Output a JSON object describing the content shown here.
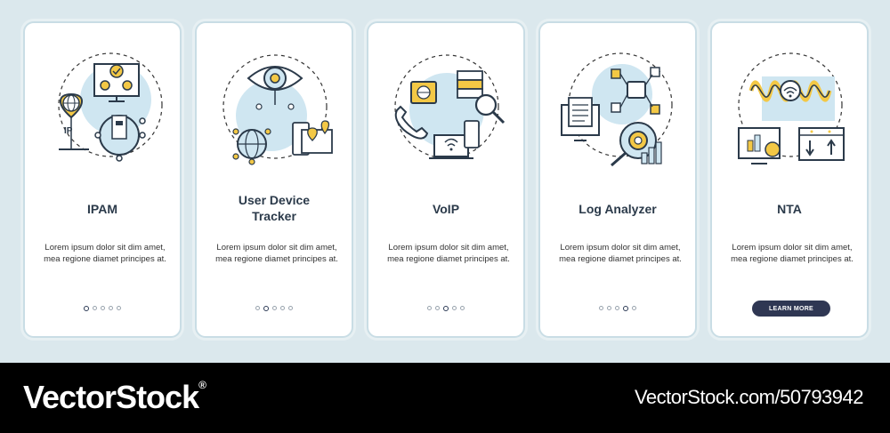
{
  "cards": [
    {
      "title": "IPAM",
      "desc": "Lorem ipsum dolor sit dim amet, mea regione diamet principes at.",
      "dots": [
        true,
        false,
        false,
        false,
        false
      ]
    },
    {
      "title_line1": "User Device",
      "title_line2": "Tracker",
      "desc": "Lorem ipsum dolor sit dim amet, mea regione diamet principes at.",
      "dots": [
        false,
        true,
        false,
        false,
        false
      ]
    },
    {
      "title": "VoIP",
      "desc": "Lorem ipsum dolor sit dim amet, mea regione diamet principes at.",
      "dots": [
        false,
        false,
        true,
        false,
        false
      ]
    },
    {
      "title": "Log Analyzer",
      "desc": "Lorem ipsum dolor sit dim amet, mea regione diamet principes at.",
      "dots": [
        false,
        false,
        false,
        true,
        false
      ]
    },
    {
      "title": "NTA",
      "desc": "Lorem ipsum dolor sit dim amet, mea regione diamet principes at.",
      "button": "LEARN MORE"
    }
  ],
  "icons": {
    "card1": "ip-address-management-icon",
    "card2": "user-device-tracker-icon",
    "card3": "voip-icon",
    "card4": "log-analyzer-icon",
    "card5": "network-traffic-analysis-icon"
  },
  "colors": {
    "background": "#dbe8ed",
    "accent_blue": "#cfe6f1",
    "accent_yellow": "#f3c845",
    "button": "#2f3753",
    "text": "#2b3a4a"
  },
  "footer": {
    "brand": "VectorStock",
    "registered": "®",
    "stock_id": "VectorStock.com/50793942"
  }
}
